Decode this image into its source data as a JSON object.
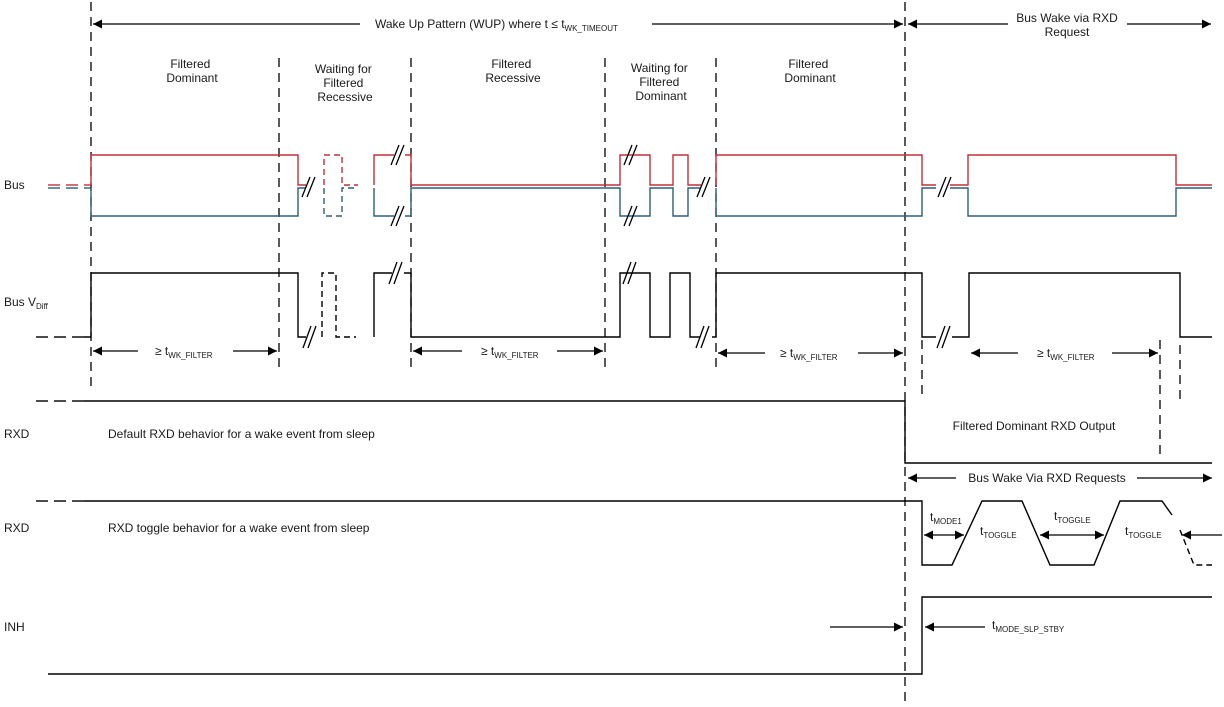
{
  "colors": {
    "bus_high": "#c0303a",
    "bus_low": "#2e5f7a",
    "trace": "#000000",
    "background": "#ffffff"
  },
  "header": {
    "wup": {
      "main": "Wake Up Pattern (WUP) where t ≤ t",
      "sub": "WK_TIMEOUT"
    },
    "bus_wake_line1": "Bus Wake via RXD",
    "bus_wake_line2": "Request"
  },
  "phases": {
    "filtered_dominant_1": [
      "Filtered",
      "Dominant"
    ],
    "waiting_recessive": [
      "Waiting for",
      "Filtered",
      "Recessive"
    ],
    "filtered_recessive": [
      "Filtered",
      "Recessive"
    ],
    "waiting_dominant": [
      "Waiting for",
      "Filtered",
      "Dominant"
    ],
    "filtered_dominant_2": [
      "Filtered",
      "Dominant"
    ]
  },
  "signals": {
    "bus": "Bus",
    "bus_vdiff": {
      "main": "Bus V",
      "sub": "Diff"
    },
    "rxd_1": "RXD",
    "rxd_2": "RXD",
    "inh": "INH"
  },
  "annotations": {
    "twk_filter": {
      "main": "≥ t",
      "sub": "WK_FILTER"
    },
    "rxd_default": "Default RXD behavior for a wake event from sleep",
    "rxd_toggle": "RXD toggle behavior for a wake event from sleep",
    "filtered_dominant_rxd": "Filtered Dominant RXD Output",
    "bus_wake_requests": "Bus Wake Via RXD Requests",
    "tmode1": {
      "main": "t",
      "sub": "MODE1"
    },
    "ttoggle": {
      "main": "t",
      "sub": "TOGGLE"
    },
    "tmode_slp_stby": {
      "main": "t",
      "sub": "MODE_SLP_STBY"
    }
  }
}
